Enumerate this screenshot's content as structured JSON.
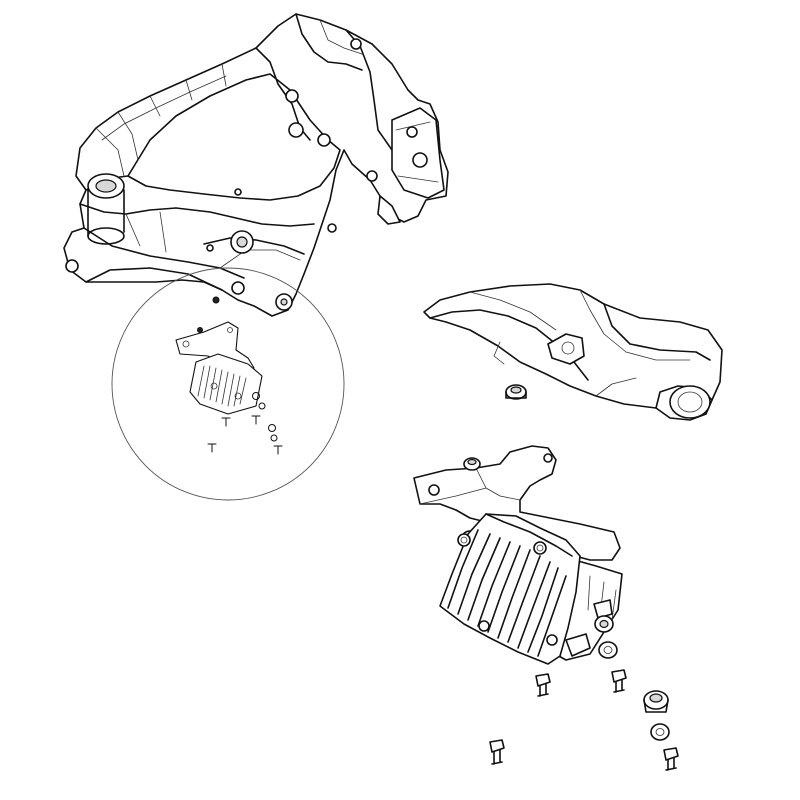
{
  "diagram": {
    "type": "exploded-parts-illustration",
    "parts": [
      {
        "id": "frame",
        "icon": "motorcycle-frame"
      },
      {
        "id": "bracket-cover",
        "icon": "bracket-cover"
      },
      {
        "id": "voltage-regulator",
        "icon": "voltage-regulator"
      },
      {
        "id": "mounting-bracket",
        "icon": "mounting-bracket"
      },
      {
        "id": "grommet",
        "icon": "rubber-grommet"
      },
      {
        "id": "washer",
        "icon": "washer"
      },
      {
        "id": "bolt",
        "icon": "bolt"
      }
    ],
    "detail_callout": {
      "shape": "circle",
      "icon": "magnified-detail"
    }
  }
}
